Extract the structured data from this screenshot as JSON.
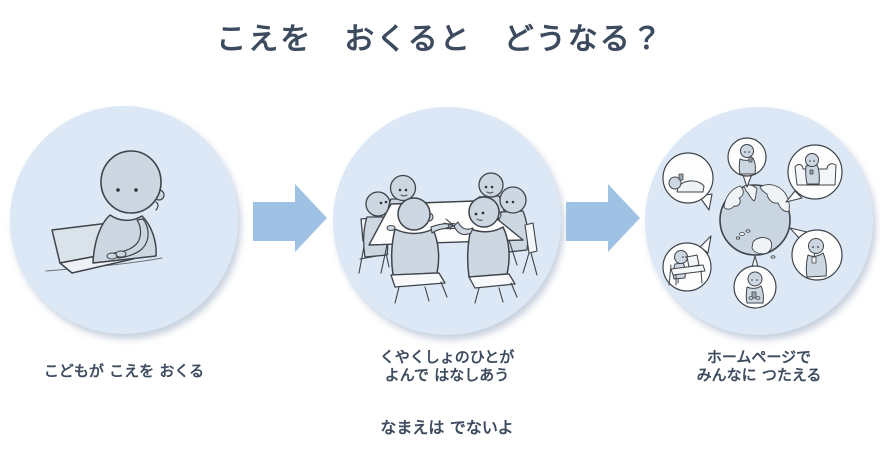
{
  "title": "こえを　おくると　どうなる？",
  "steps": [
    {
      "illustration": "child-at-laptop-illustration",
      "lines": [
        "こどもが こえを おくる"
      ]
    },
    {
      "illustration": "meeting-discussion-illustration",
      "lines": [
        "くやくしょのひとが",
        "よんで はなしあう"
      ]
    },
    {
      "illustration": "globe-sharing-illustration",
      "lines": [
        "ホームページで",
        "みんなに つたえる"
      ]
    }
  ],
  "note": "なまえは でないよ",
  "icons": {
    "arrow": "right-arrow-icon",
    "step1": "child-at-laptop-illustration",
    "step2": "meeting-discussion-illustration",
    "step3": "globe-sharing-illustration"
  },
  "colors": {
    "background": "#ffffff",
    "text": "#3d4b5f",
    "circle_fill": "#dce8f5",
    "arrow_fill": "#9fc1e3",
    "figure_fill": "#cdd7e1",
    "figure_outline": "#3f444a",
    "bubble_fill": "#fdfdfe",
    "globe_sea": "#c9d6e1",
    "globe_land": "#f0f3f6"
  }
}
